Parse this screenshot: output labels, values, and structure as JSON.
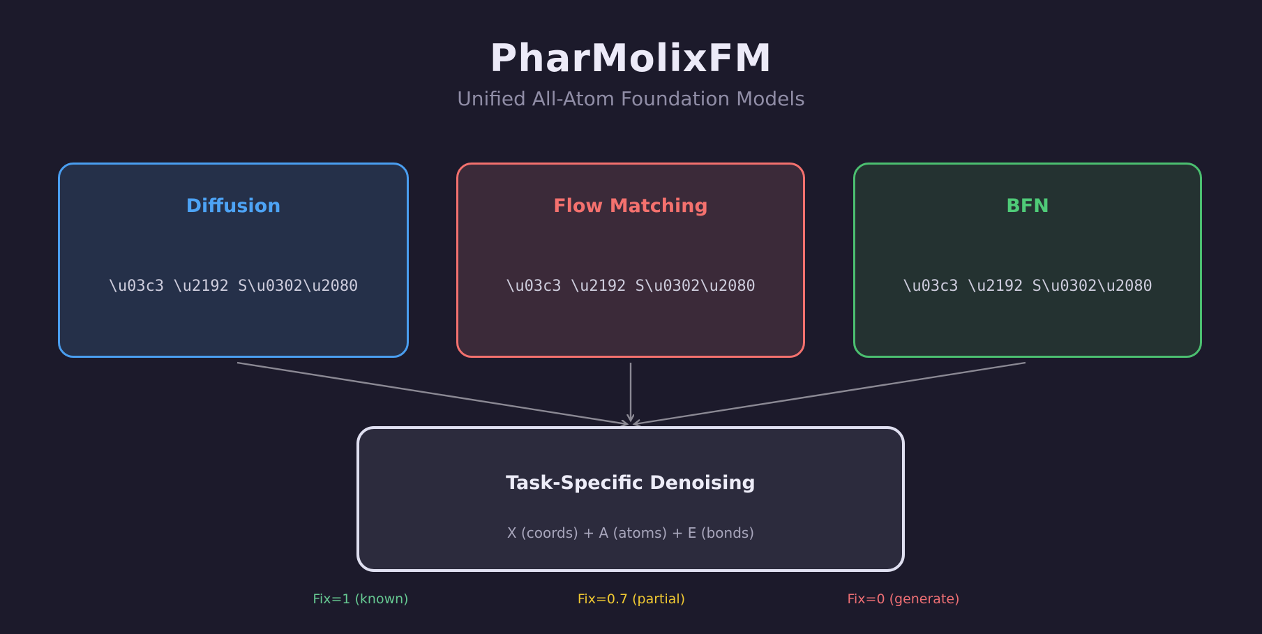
{
  "page": {
    "title": "PharMolixFM",
    "subtitle": "Unified All-Atom Foundation Models",
    "background_color": "#1c1a2b",
    "arrow_color": "#8b8994"
  },
  "boxes": [
    {
      "id": "diffusion",
      "title": "Diffusion",
      "content": "\\u03c3 \\u2192 S\\u0302\\u2080",
      "border_color": "#4a9ef0",
      "fill_color": "#253049",
      "title_color": "#4da3f5"
    },
    {
      "id": "flow-matching",
      "title": "Flow Matching",
      "content": "\\u03c3 \\u2192 S\\u0302\\u2080",
      "border_color": "#f3716e",
      "fill_color": "#3b2a39",
      "title_color": "#f4716e"
    },
    {
      "id": "bfn",
      "title": "BFN",
      "content": "\\u03c3 \\u2192 S\\u0302\\u2080",
      "border_color": "#4bbf70",
      "fill_color": "#243231",
      "title_color": "#4fcb78"
    }
  ],
  "center_box": {
    "title": "Task-Specific Denoising",
    "content": "X (coords) + A (atoms) + E (bonds)",
    "border_color": "#dfdff0",
    "fill_color": "#2c2b3d"
  },
  "fix_labels": [
    {
      "text": "Fix=1 (known)",
      "color": "#66c992"
    },
    {
      "text": "Fix=0.7 (partial)",
      "color": "#efc832"
    },
    {
      "text": "Fix=0 (generate)",
      "color": "#ee6f74"
    }
  ]
}
